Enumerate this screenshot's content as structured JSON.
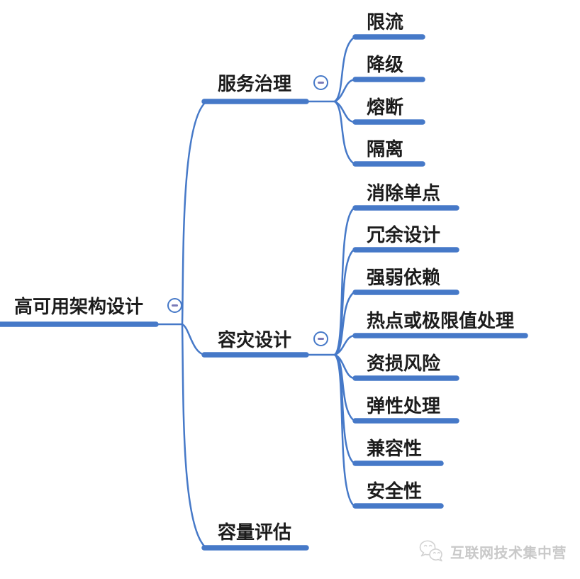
{
  "palette": {
    "line_blue": "#4679c8",
    "node_text": "#1c1c1c",
    "collapse_minus": "#7b7bb8",
    "collapse_ring": "#4679c8",
    "watermark_gray": "#c9c9c9",
    "background": "#ffffff"
  },
  "icons": {
    "collapse": "minus-circle-icon",
    "watermark_logo": "wechat-chat-bubbles-icon"
  },
  "mindmap": {
    "root": {
      "label": "高可用架构设计",
      "collapsed": false
    },
    "branches": [
      {
        "label": "服务治理",
        "collapsed": false,
        "children": [
          {
            "label": "限流"
          },
          {
            "label": "降级"
          },
          {
            "label": "熔断"
          },
          {
            "label": "隔离"
          }
        ]
      },
      {
        "label": "容灾设计",
        "collapsed": false,
        "children": [
          {
            "label": "消除单点"
          },
          {
            "label": "冗余设计"
          },
          {
            "label": "强弱依赖"
          },
          {
            "label": "热点或极限值处理"
          },
          {
            "label": "资损风险"
          },
          {
            "label": "弹性处理"
          },
          {
            "label": "兼容性"
          },
          {
            "label": "安全性"
          }
        ]
      },
      {
        "label": "容量评估",
        "children": []
      }
    ]
  },
  "watermark": {
    "text": "互联网技术集中营"
  }
}
